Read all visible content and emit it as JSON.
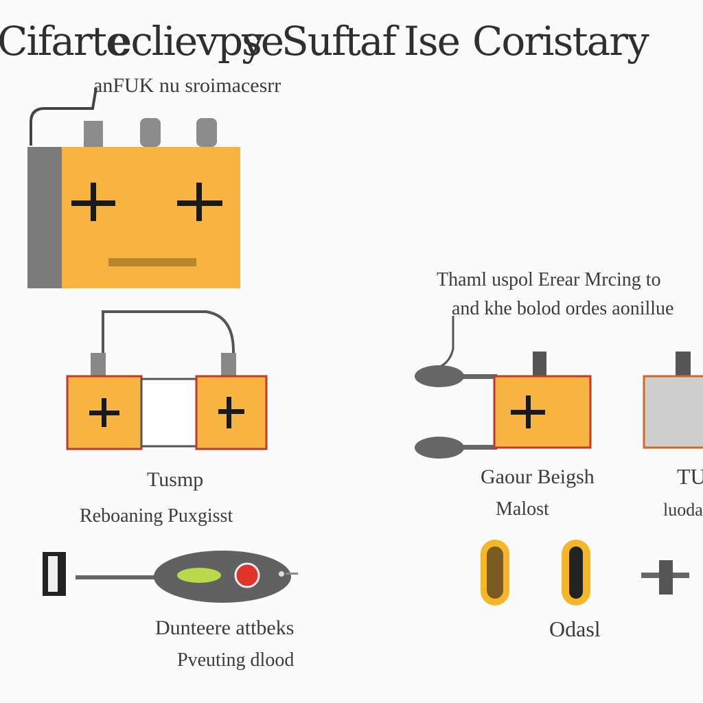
{
  "title": {
    "parts": [
      "Cifarte",
      "eclievpy",
      "se",
      "Suftaf",
      "Ise",
      "Coristary"
    ]
  },
  "labels": {
    "top_battery": "anFUK nu sroimacesrr",
    "right_caption_line1": "Thaml uspol Erear Mrcing to",
    "right_caption_line2": "and khe bolod ordes aonillue",
    "cell_pair_label": "Tusmp",
    "cell_pair_sublabel": "Reboaning Puxgisst",
    "right_cell_label": "Gaour Beigsh",
    "right_cell_sublabel": "Malost",
    "far_right_label": "TU",
    "far_right_sublabel": "luoda",
    "bottom_left_line1": "Dunteere attbeks",
    "bottom_left_line2": "Pveuting dlood",
    "bottom_right": "Odasl"
  },
  "colors": {
    "battery_fill": "#f7b441",
    "battery_side": "#7a7a7a",
    "terminal": "#8a8a8a",
    "wire": "#555555",
    "red_edge": "#c0392b",
    "gray_cell": "#cfcfcf",
    "pill_yellow": "#f5b62a",
    "green_blob": "#b8d94a",
    "red_dot": "#e0332b"
  },
  "icons": [
    "plus-symbol",
    "minus-symbol",
    "spoon-probe",
    "fuse-icon",
    "bulb-icon",
    "connector-icon"
  ]
}
